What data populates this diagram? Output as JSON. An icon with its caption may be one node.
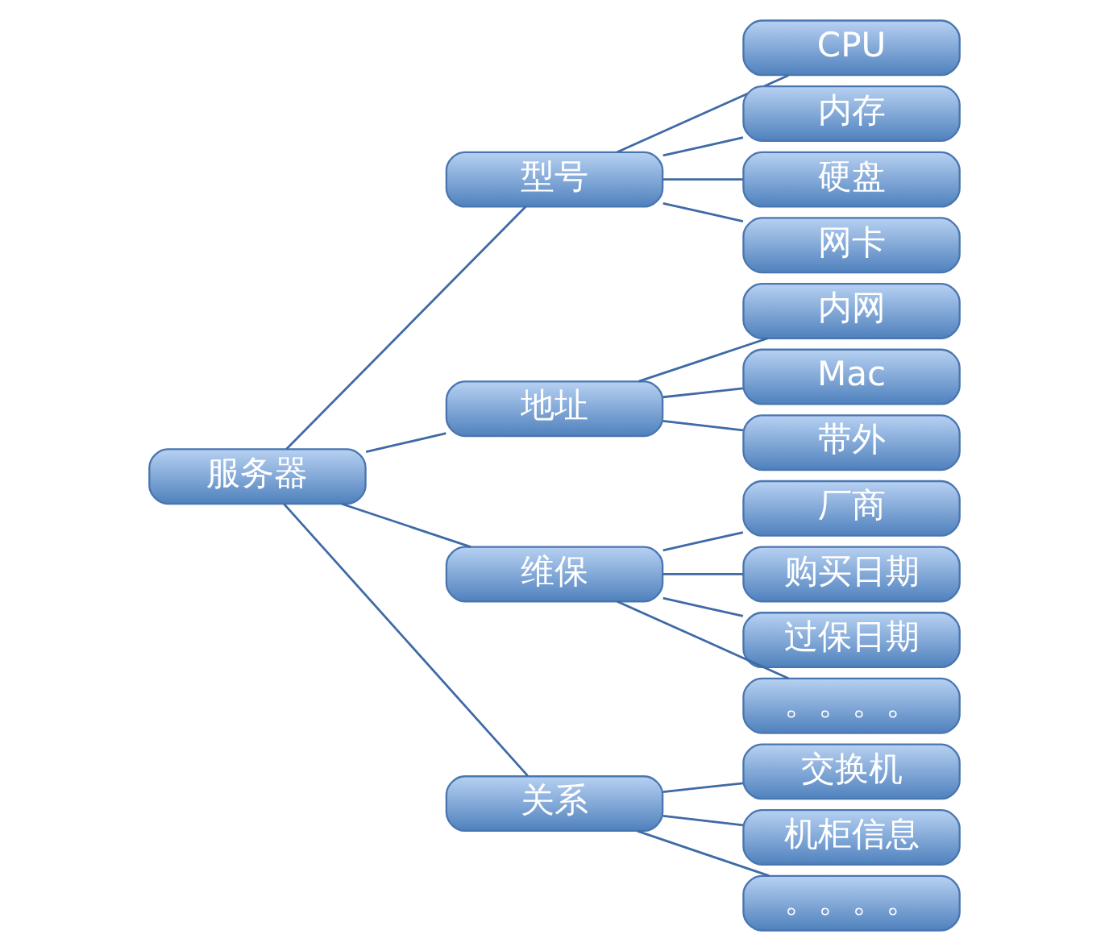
{
  "diagram": {
    "nodes": [
      {
        "text": [
          "服务器"
        ]
      },
      {
        "text": [
          "型号"
        ]
      },
      {
        "text": [
          "CPU"
        ]
      },
      {
        "text": [
          "内存"
        ]
      },
      {
        "text": [
          "硬盘"
        ]
      },
      {
        "text": [
          "网卡"
        ]
      },
      {
        "text": [
          "地址"
        ]
      },
      {
        "text": [
          "内网"
        ]
      },
      {
        "text": [
          "Mac"
        ]
      },
      {
        "text": [
          "带外"
        ]
      },
      {
        "text": [
          "维保"
        ]
      },
      {
        "text": [
          "厂商"
        ]
      },
      {
        "text": [
          "购买日期"
        ]
      },
      {
        "text": [
          "过保日期"
        ]
      },
      {
        "text": [
          "。。。。"
        ]
      },
      {
        "text": [
          "关系"
        ]
      },
      {
        "text": [
          "交换机"
        ]
      },
      {
        "text": [
          "机柜信息"
        ]
      },
      {
        "text": [
          "。。。。"
        ]
      }
    ],
    "edges": [
      {
        "from": 0,
        "to": 1,
        "arrow": "none"
      },
      {
        "from": 0,
        "to": 6,
        "arrow": "none"
      },
      {
        "from": 0,
        "to": 10,
        "arrow": "none"
      },
      {
        "from": 0,
        "to": 15,
        "arrow": "none"
      },
      {
        "from": 1,
        "to": 2,
        "arrow": "none"
      },
      {
        "from": 1,
        "to": 3,
        "arrow": "none"
      },
      {
        "from": 1,
        "to": 4,
        "arrow": "none"
      },
      {
        "from": 1,
        "to": 5,
        "arrow": "none"
      },
      {
        "from": 6,
        "to": 7,
        "arrow": "none"
      },
      {
        "from": 6,
        "to": 8,
        "arrow": "none"
      },
      {
        "from": 6,
        "to": 9,
        "arrow": "none"
      },
      {
        "from": 10,
        "to": 11,
        "arrow": "none"
      },
      {
        "from": 10,
        "to": 12,
        "arrow": "none"
      },
      {
        "from": 10,
        "to": 13,
        "arrow": "none"
      },
      {
        "from": 10,
        "to": 14,
        "arrow": "none"
      },
      {
        "from": 15,
        "to": 16,
        "arrow": "none"
      },
      {
        "from": 15,
        "to": 17,
        "arrow": "none"
      },
      {
        "from": 15,
        "to": 18,
        "arrow": "none"
      }
    ]
  }
}
